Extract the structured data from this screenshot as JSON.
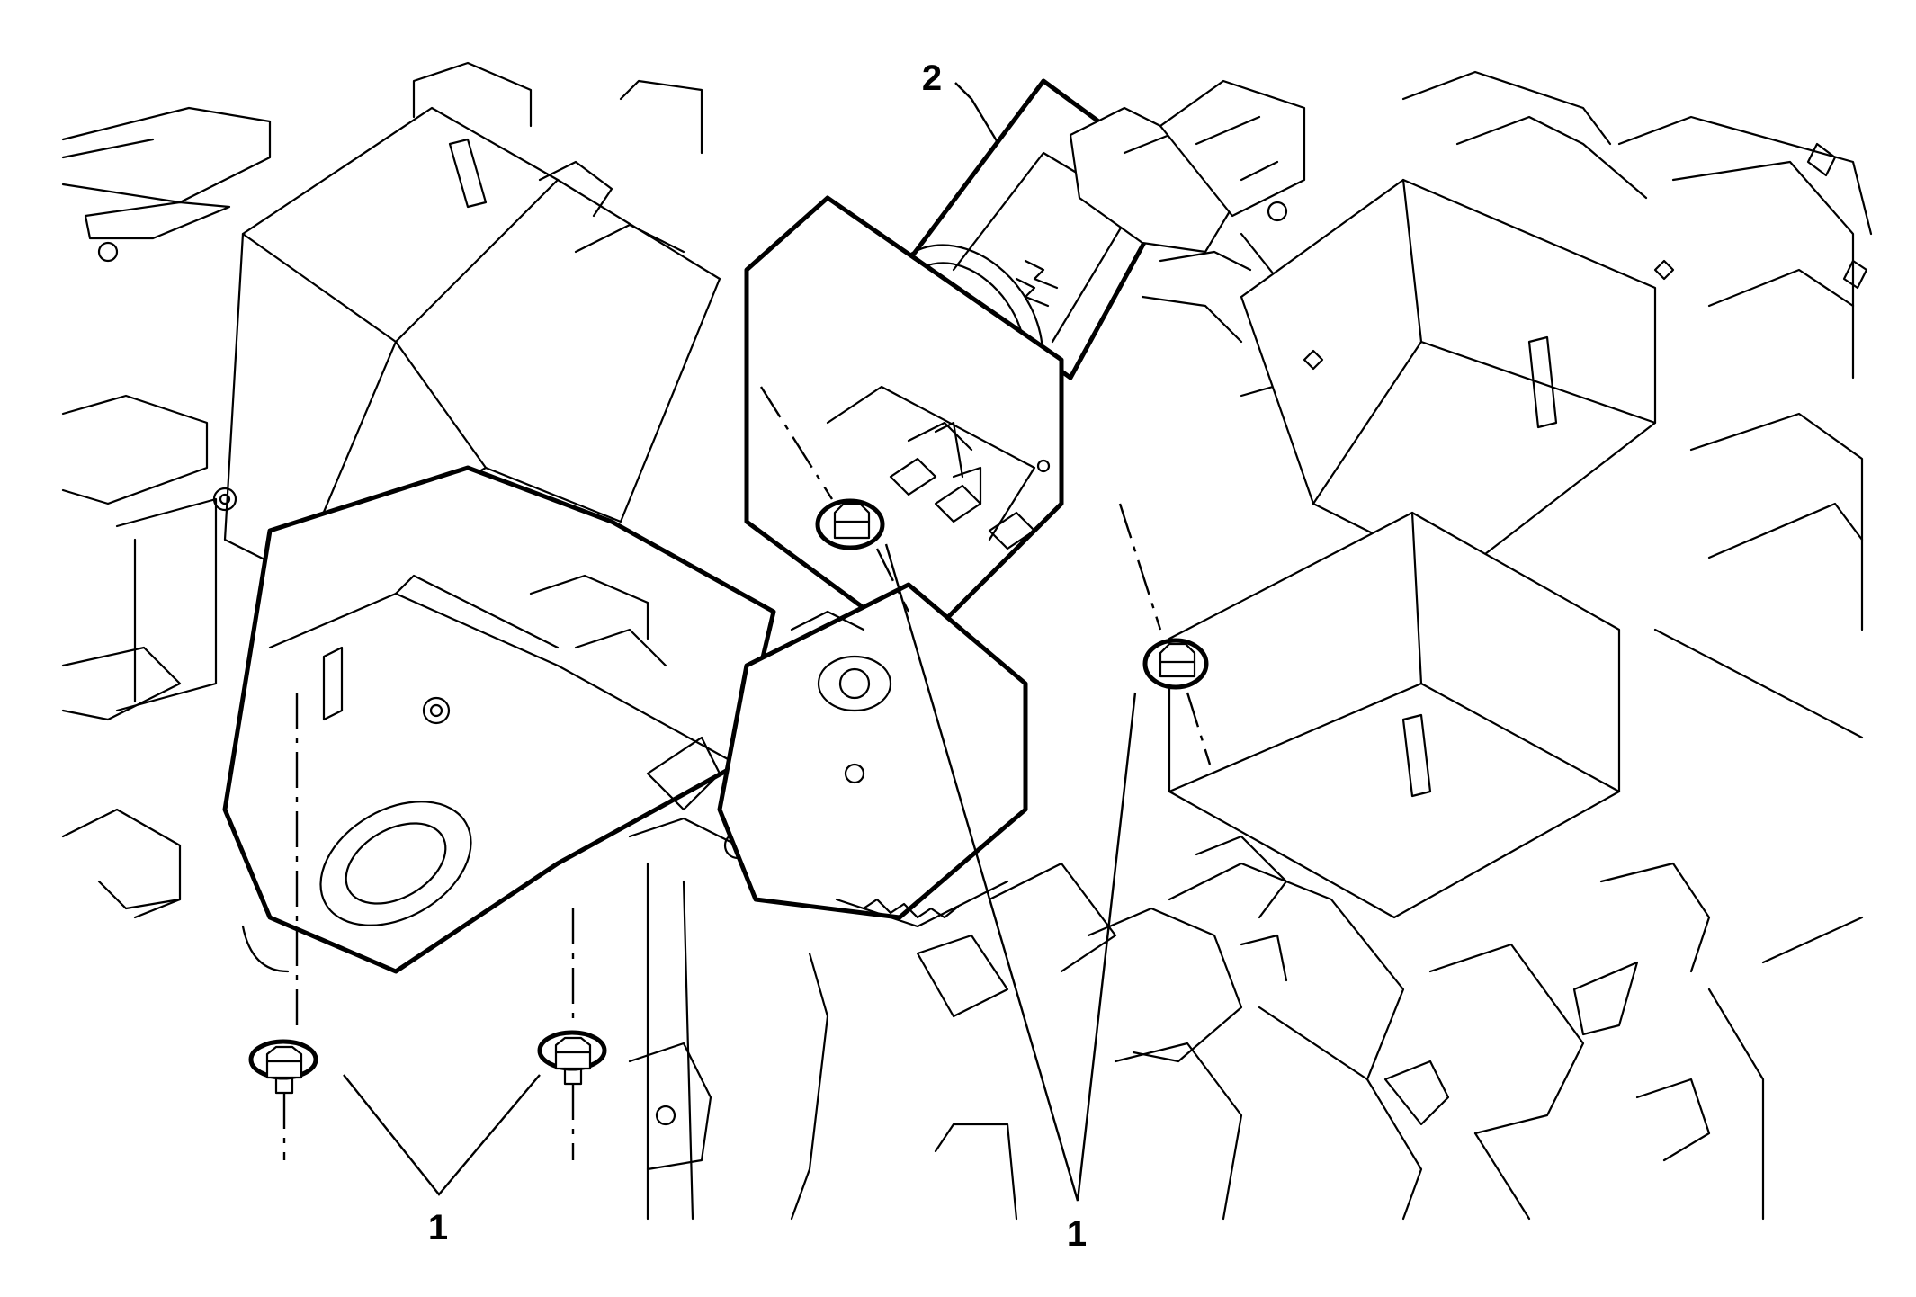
{
  "diagram": {
    "callouts": [
      {
        "id": "callout-1-left",
        "label": "1"
      },
      {
        "id": "callout-1-right",
        "label": "1"
      },
      {
        "id": "callout-2",
        "label": "2"
      }
    ],
    "colors": {
      "line": "#000000",
      "background": "#ffffff"
    }
  }
}
